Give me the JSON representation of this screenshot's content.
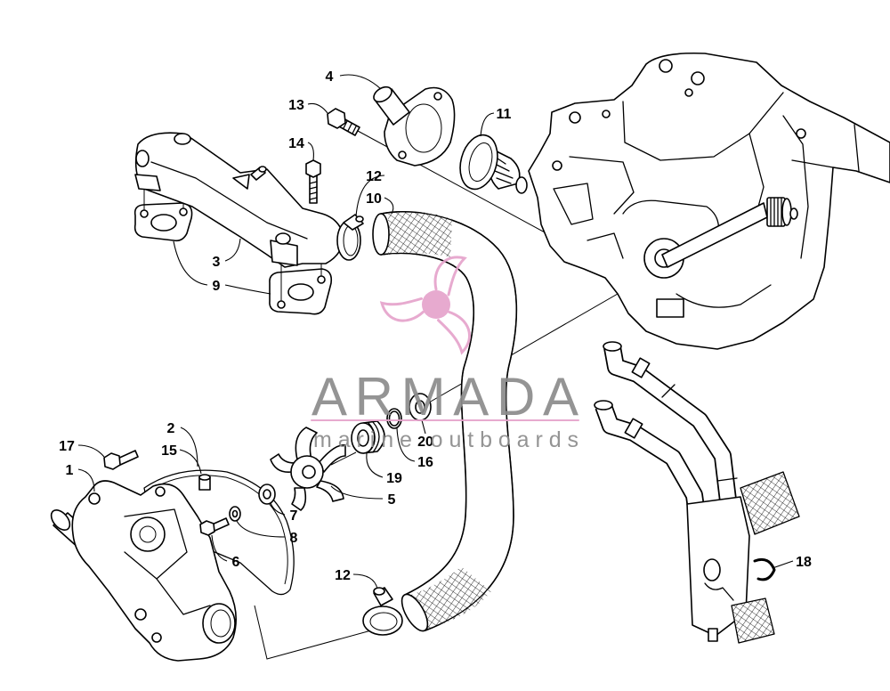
{
  "figure": {
    "callouts": [
      "4",
      "13",
      "11",
      "14",
      "12",
      "10",
      "3",
      "9",
      "2",
      "15",
      "17",
      "1",
      "7",
      "8",
      "6",
      "20",
      "16",
      "19",
      "5",
      "12",
      "18"
    ]
  },
  "watermark": {
    "brand": "ARMADA",
    "tagline": "marine outboards",
    "logo_icon": "propeller-icon"
  },
  "colors": {
    "line_art": "#000000",
    "watermark_text": "#8c8c8c",
    "logo_pink": "#e6a3cc",
    "background": "#ffffff"
  }
}
